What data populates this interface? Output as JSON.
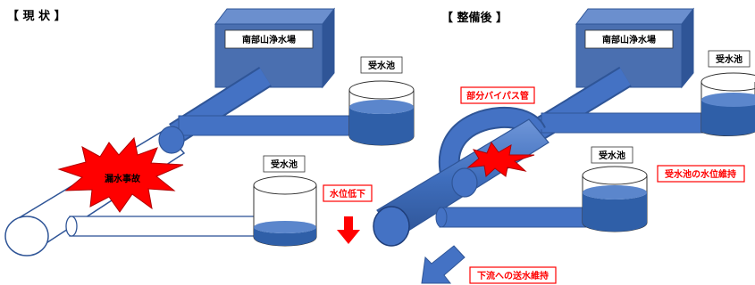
{
  "left_panel": {
    "heading": "【 現 状 】",
    "plant_label": "南部山浄水場",
    "tank_top_label": "受水池",
    "tank_bottom_label": "受水池",
    "accident_label": "漏水事故",
    "status_label": "水位低下"
  },
  "right_panel": {
    "heading": "【 整備後 】",
    "plant_label": "南部山浄水場",
    "tank_top_label": "受水池",
    "tank_mid_label": "受水池",
    "bypass_label": "部分バイパス管",
    "level_label": "受水池の水位維持",
    "downstream_label": "下流への送水維持"
  },
  "colors": {
    "pipe_blue": "#4472c4",
    "plant_blue": "#4a6fb0",
    "alert_red": "#ff0000"
  }
}
